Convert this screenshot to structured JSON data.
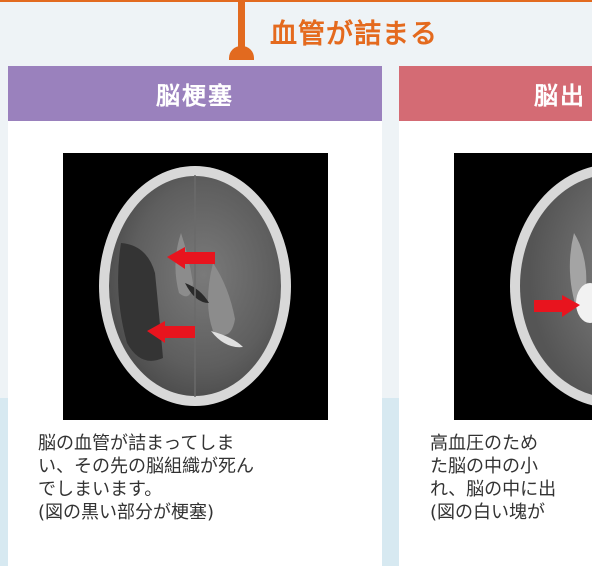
{
  "heading": "血管が詰まる",
  "left_panel": {
    "title": "脳梗塞",
    "description": [
      "脳の血管が詰まってしま",
      "い、その先の脳組織が死ん",
      "でしまいます。",
      "(図の黒い部分が梗塞)"
    ]
  },
  "right_panel": {
    "title": "脳出",
    "description": [
      "高血圧のため",
      "た脳の中の小",
      "れ、脳の中に出",
      "(図の白い塊が"
    ]
  },
  "colors": {
    "accent": "#e26a1f",
    "left_header": "#9a81bd",
    "right_header": "#d46b74",
    "arrow": "#e8141e"
  }
}
